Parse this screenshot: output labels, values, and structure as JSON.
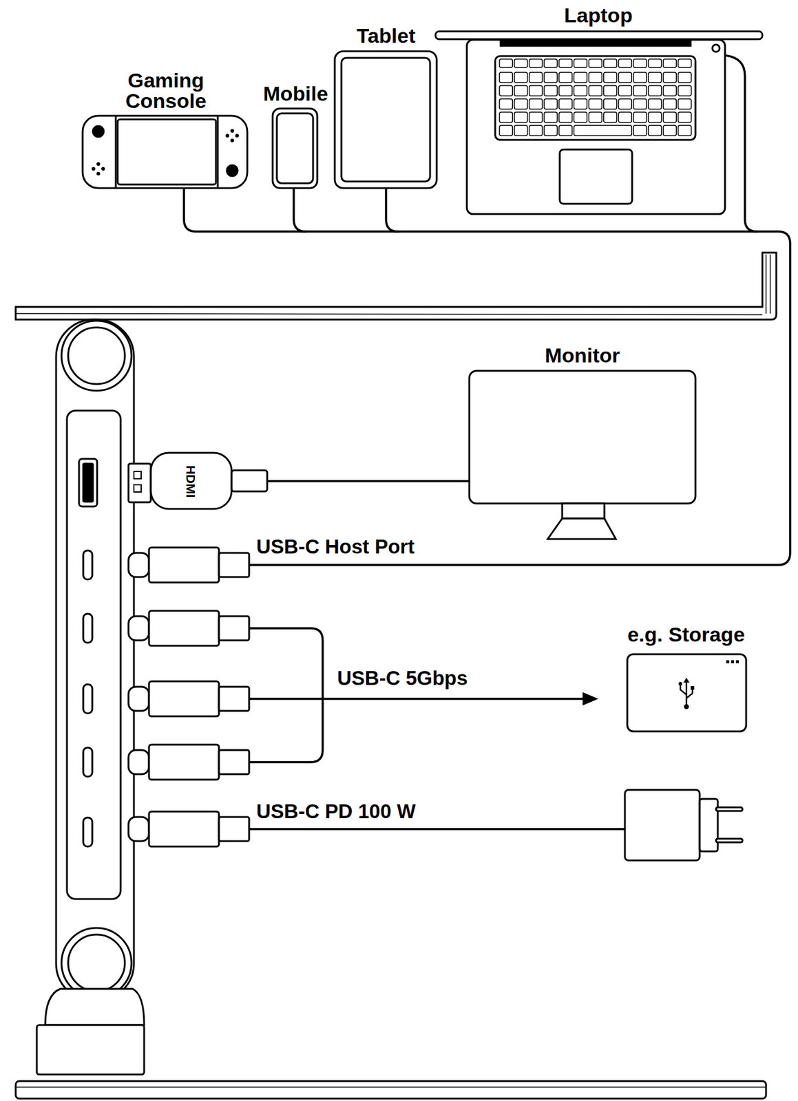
{
  "diagram": {
    "nodes": [
      {
        "text": [
          "Gaming Console"
        ]
      },
      {
        "text": [
          "Mobile"
        ]
      },
      {
        "text": [
          "Tablet"
        ]
      },
      {
        "text": [
          "Laptop"
        ]
      },
      {
        "text": [
          "Monitor"
        ]
      },
      {
        "text": [
          "e.g. Storage"
        ]
      }
    ],
    "labels": [
      "HDMI",
      "USB-C Host Port",
      "USB-C 5Gbps",
      "USB-C PD 100 W"
    ]
  }
}
